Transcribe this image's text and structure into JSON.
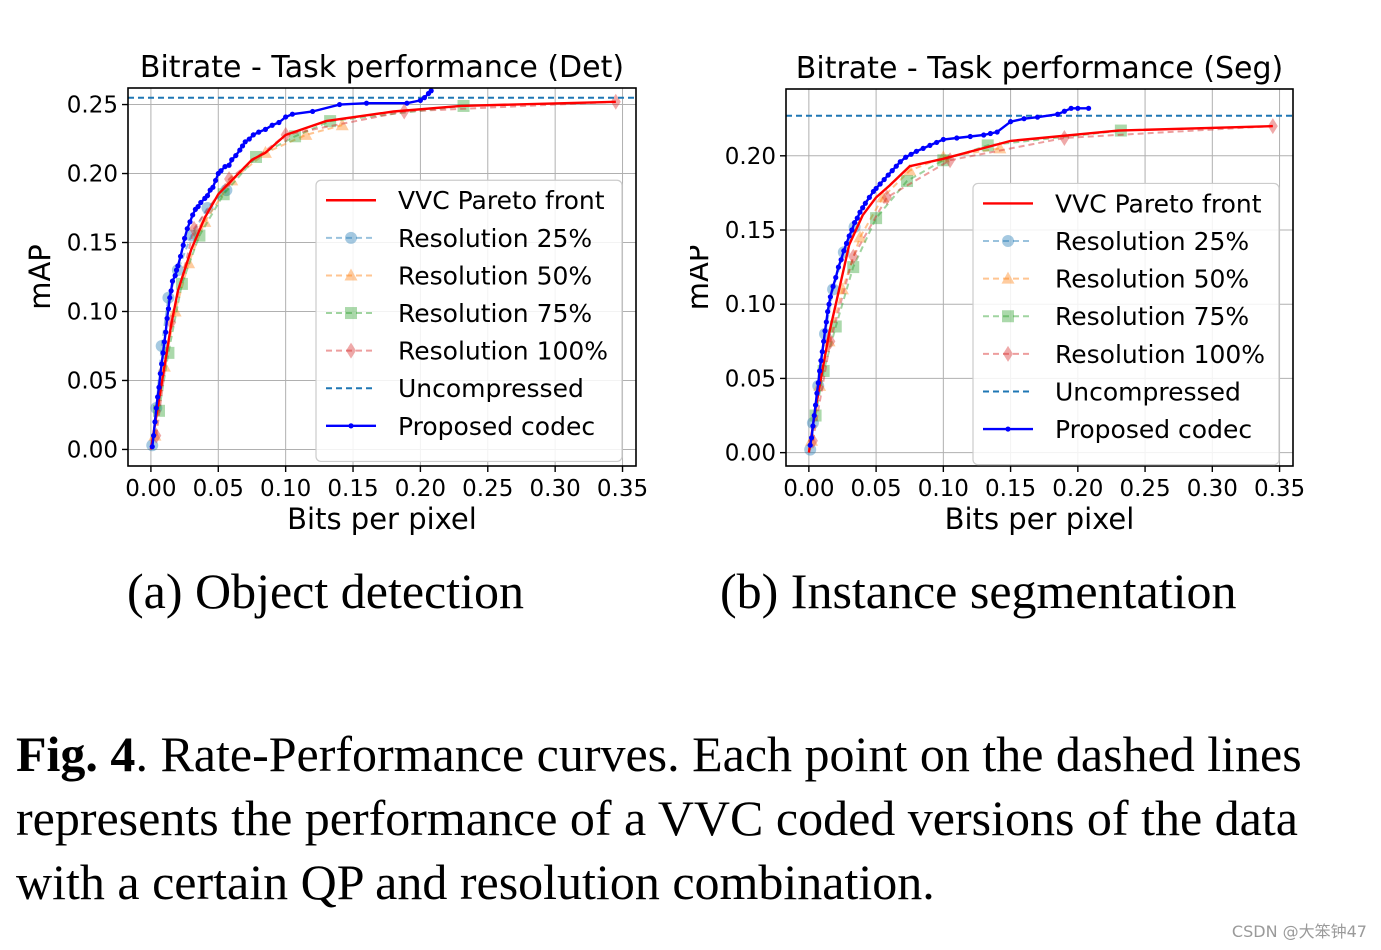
{
  "chart_data": [
    {
      "type": "line",
      "title": "Bitrate - Task performance (Det)",
      "xlabel": "Bits per pixel",
      "ylabel": "mAP",
      "xlim": [
        -0.017,
        0.36
      ],
      "ylim": [
        -0.012,
        0.262
      ],
      "xticks": [
        "0.00",
        "0.05",
        "0.10",
        "0.15",
        "0.20",
        "0.25",
        "0.30",
        "0.35"
      ],
      "yticks": [
        "0.00",
        "0.05",
        "0.10",
        "0.15",
        "0.20",
        "0.25"
      ],
      "grid": true,
      "legend_position": "lower-right",
      "series": [
        {
          "name": "VVC Pareto front",
          "color": "#ff0000",
          "style": "solid",
          "marker": "none",
          "x": [
            0.0,
            0.005,
            0.01,
            0.015,
            0.02,
            0.03,
            0.04,
            0.05,
            0.06,
            0.075,
            0.085,
            0.1,
            0.13,
            0.18,
            0.23,
            0.345
          ],
          "y": [
            0.0,
            0.03,
            0.06,
            0.09,
            0.115,
            0.145,
            0.168,
            0.185,
            0.195,
            0.21,
            0.215,
            0.228,
            0.238,
            0.245,
            0.249,
            0.252
          ]
        },
        {
          "name": "Resolution 25%",
          "color": "#1f77b4",
          "style": "dashed",
          "marker": "circle",
          "x": [
            0.001,
            0.004,
            0.008,
            0.013,
            0.02,
            0.03,
            0.042,
            0.056
          ],
          "y": [
            0.003,
            0.03,
            0.075,
            0.11,
            0.13,
            0.155,
            0.175,
            0.188
          ]
        },
        {
          "name": "Resolution 50%",
          "color": "#ff7f0e",
          "style": "dashed",
          "marker": "triangle",
          "x": [
            0.003,
            0.01,
            0.018,
            0.028,
            0.04,
            0.06,
            0.085,
            0.115,
            0.142
          ],
          "y": [
            0.01,
            0.06,
            0.1,
            0.135,
            0.165,
            0.195,
            0.215,
            0.228,
            0.235
          ]
        },
        {
          "name": "Resolution 75%",
          "color": "#2ca02c",
          "style": "dashed",
          "marker": "square",
          "x": [
            0.006,
            0.013,
            0.023,
            0.036,
            0.054,
            0.078,
            0.107,
            0.133,
            0.232
          ],
          "y": [
            0.028,
            0.07,
            0.12,
            0.155,
            0.185,
            0.212,
            0.227,
            0.238,
            0.249
          ]
        },
        {
          "name": "Resolution 100%",
          "color": "#d62728",
          "style": "dashed",
          "marker": "diamond",
          "x": [
            0.004,
            0.015,
            0.032,
            0.058,
            0.1,
            0.188,
            0.345
          ],
          "y": [
            0.01,
            0.092,
            0.16,
            0.196,
            0.228,
            0.245,
            0.252
          ]
        },
        {
          "name": "Uncompressed",
          "color": "#1f77b4",
          "style": "dashed",
          "marker": "none",
          "horizontal": true,
          "x": [
            -0.017,
            0.36
          ],
          "y": [
            0.255,
            0.255
          ]
        },
        {
          "name": "Proposed codec",
          "color": "#0000ff",
          "style": "solid",
          "marker": "dot",
          "x": [
            0.001,
            0.002,
            0.003,
            0.004,
            0.005,
            0.006,
            0.007,
            0.008,
            0.009,
            0.01,
            0.011,
            0.012,
            0.013,
            0.014,
            0.015,
            0.016,
            0.018,
            0.019,
            0.02,
            0.022,
            0.024,
            0.025,
            0.027,
            0.029,
            0.031,
            0.033,
            0.035,
            0.037,
            0.04,
            0.042,
            0.044,
            0.046,
            0.048,
            0.05,
            0.052,
            0.055,
            0.058,
            0.06,
            0.063,
            0.066,
            0.068,
            0.07,
            0.073,
            0.076,
            0.08,
            0.085,
            0.09,
            0.095,
            0.1,
            0.105,
            0.12,
            0.14,
            0.16,
            0.19,
            0.2,
            0.203,
            0.206,
            0.208
          ],
          "y": [
            0.002,
            0.01,
            0.02,
            0.03,
            0.038,
            0.045,
            0.055,
            0.062,
            0.07,
            0.078,
            0.085,
            0.095,
            0.102,
            0.11,
            0.115,
            0.122,
            0.126,
            0.13,
            0.133,
            0.14,
            0.148,
            0.153,
            0.16,
            0.165,
            0.17,
            0.174,
            0.176,
            0.179,
            0.182,
            0.184,
            0.188,
            0.19,
            0.195,
            0.2,
            0.202,
            0.205,
            0.206,
            0.21,
            0.213,
            0.217,
            0.22,
            0.223,
            0.225,
            0.228,
            0.23,
            0.232,
            0.235,
            0.237,
            0.241,
            0.243,
            0.245,
            0.25,
            0.251,
            0.251,
            0.253,
            0.255,
            0.258,
            0.26
          ]
        }
      ]
    },
    {
      "type": "line",
      "title": "Bitrate - Task performance (Seg)",
      "xlabel": "Bits per pixel",
      "ylabel": "mAP",
      "xlim": [
        -0.017,
        0.36
      ],
      "ylim": [
        -0.009,
        0.245
      ],
      "xticks": [
        "0.00",
        "0.05",
        "0.10",
        "0.15",
        "0.20",
        "0.25",
        "0.30",
        "0.35"
      ],
      "yticks": [
        "0.00",
        "0.05",
        "0.10",
        "0.15",
        "0.20"
      ],
      "grid": true,
      "legend_position": "lower-right",
      "series": [
        {
          "name": "VVC Pareto front",
          "color": "#ff0000",
          "style": "solid",
          "marker": "none",
          "x": [
            0.0,
            0.005,
            0.01,
            0.015,
            0.02,
            0.025,
            0.03,
            0.04,
            0.05,
            0.06,
            0.075,
            0.1,
            0.15,
            0.23,
            0.345
          ],
          "y": [
            0.0,
            0.03,
            0.055,
            0.08,
            0.1,
            0.12,
            0.14,
            0.16,
            0.172,
            0.18,
            0.193,
            0.198,
            0.21,
            0.217,
            0.22
          ]
        },
        {
          "name": "Resolution 25%",
          "color": "#1f77b4",
          "style": "dashed",
          "marker": "circle",
          "x": [
            0.001,
            0.003,
            0.007,
            0.012,
            0.018,
            0.026,
            0.034
          ],
          "y": [
            0.002,
            0.02,
            0.045,
            0.08,
            0.11,
            0.135,
            0.152
          ]
        },
        {
          "name": "Resolution 50%",
          "color": "#ff7f0e",
          "style": "dashed",
          "marker": "triangle",
          "x": [
            0.002,
            0.008,
            0.015,
            0.025,
            0.038,
            0.055,
            0.075,
            0.1,
            0.142
          ],
          "y": [
            0.008,
            0.045,
            0.075,
            0.11,
            0.145,
            0.172,
            0.19,
            0.199,
            0.205
          ]
        },
        {
          "name": "Resolution 75%",
          "color": "#2ca02c",
          "style": "dashed",
          "marker": "square",
          "x": [
            0.005,
            0.011,
            0.02,
            0.033,
            0.05,
            0.073,
            0.1,
            0.133,
            0.232
          ],
          "y": [
            0.025,
            0.055,
            0.085,
            0.125,
            0.158,
            0.183,
            0.197,
            0.207,
            0.217
          ]
        },
        {
          "name": "Resolution 100%",
          "color": "#d62728",
          "style": "dashed",
          "marker": "diamond",
          "x": [
            0.003,
            0.016,
            0.033,
            0.058,
            0.105,
            0.19,
            0.345
          ],
          "y": [
            0.008,
            0.075,
            0.132,
            0.172,
            0.197,
            0.212,
            0.22
          ]
        },
        {
          "name": "Uncompressed",
          "color": "#1f77b4",
          "style": "dashed",
          "marker": "none",
          "horizontal": true,
          "x": [
            -0.017,
            0.36
          ],
          "y": [
            0.227,
            0.227
          ]
        },
        {
          "name": "Proposed codec",
          "color": "#0000ff",
          "style": "solid",
          "marker": "dot",
          "x": [
            0.001,
            0.002,
            0.003,
            0.004,
            0.005,
            0.006,
            0.007,
            0.008,
            0.009,
            0.01,
            0.011,
            0.012,
            0.013,
            0.014,
            0.015,
            0.016,
            0.018,
            0.02,
            0.022,
            0.024,
            0.026,
            0.028,
            0.03,
            0.032,
            0.034,
            0.036,
            0.038,
            0.04,
            0.042,
            0.045,
            0.048,
            0.05,
            0.053,
            0.056,
            0.059,
            0.062,
            0.065,
            0.068,
            0.072,
            0.076,
            0.08,
            0.085,
            0.09,
            0.095,
            0.1,
            0.11,
            0.12,
            0.13,
            0.135,
            0.14,
            0.15,
            0.16,
            0.17,
            0.185,
            0.19,
            0.195,
            0.2,
            0.208
          ],
          "y": [
            0.005,
            0.01,
            0.018,
            0.025,
            0.032,
            0.04,
            0.047,
            0.055,
            0.062,
            0.068,
            0.075,
            0.082,
            0.088,
            0.095,
            0.1,
            0.105,
            0.112,
            0.118,
            0.125,
            0.13,
            0.136,
            0.141,
            0.146,
            0.15,
            0.155,
            0.158,
            0.162,
            0.165,
            0.168,
            0.172,
            0.176,
            0.178,
            0.181,
            0.184,
            0.187,
            0.19,
            0.193,
            0.196,
            0.199,
            0.201,
            0.203,
            0.205,
            0.207,
            0.209,
            0.211,
            0.212,
            0.213,
            0.214,
            0.215,
            0.216,
            0.223,
            0.225,
            0.226,
            0.228,
            0.23,
            0.232,
            0.232,
            0.232
          ]
        }
      ]
    }
  ],
  "subcaptions": {
    "a": "(a) Object detection",
    "b": "(b) Instance segmentation"
  },
  "caption": {
    "label": "Fig. 4",
    "text": ".  Rate-Performance curves.  Each point on the dashed lines represents the performance of a VVC coded versions of the data with a certain QP and resolution combination."
  },
  "watermark": "CSDN @大笨钟47"
}
